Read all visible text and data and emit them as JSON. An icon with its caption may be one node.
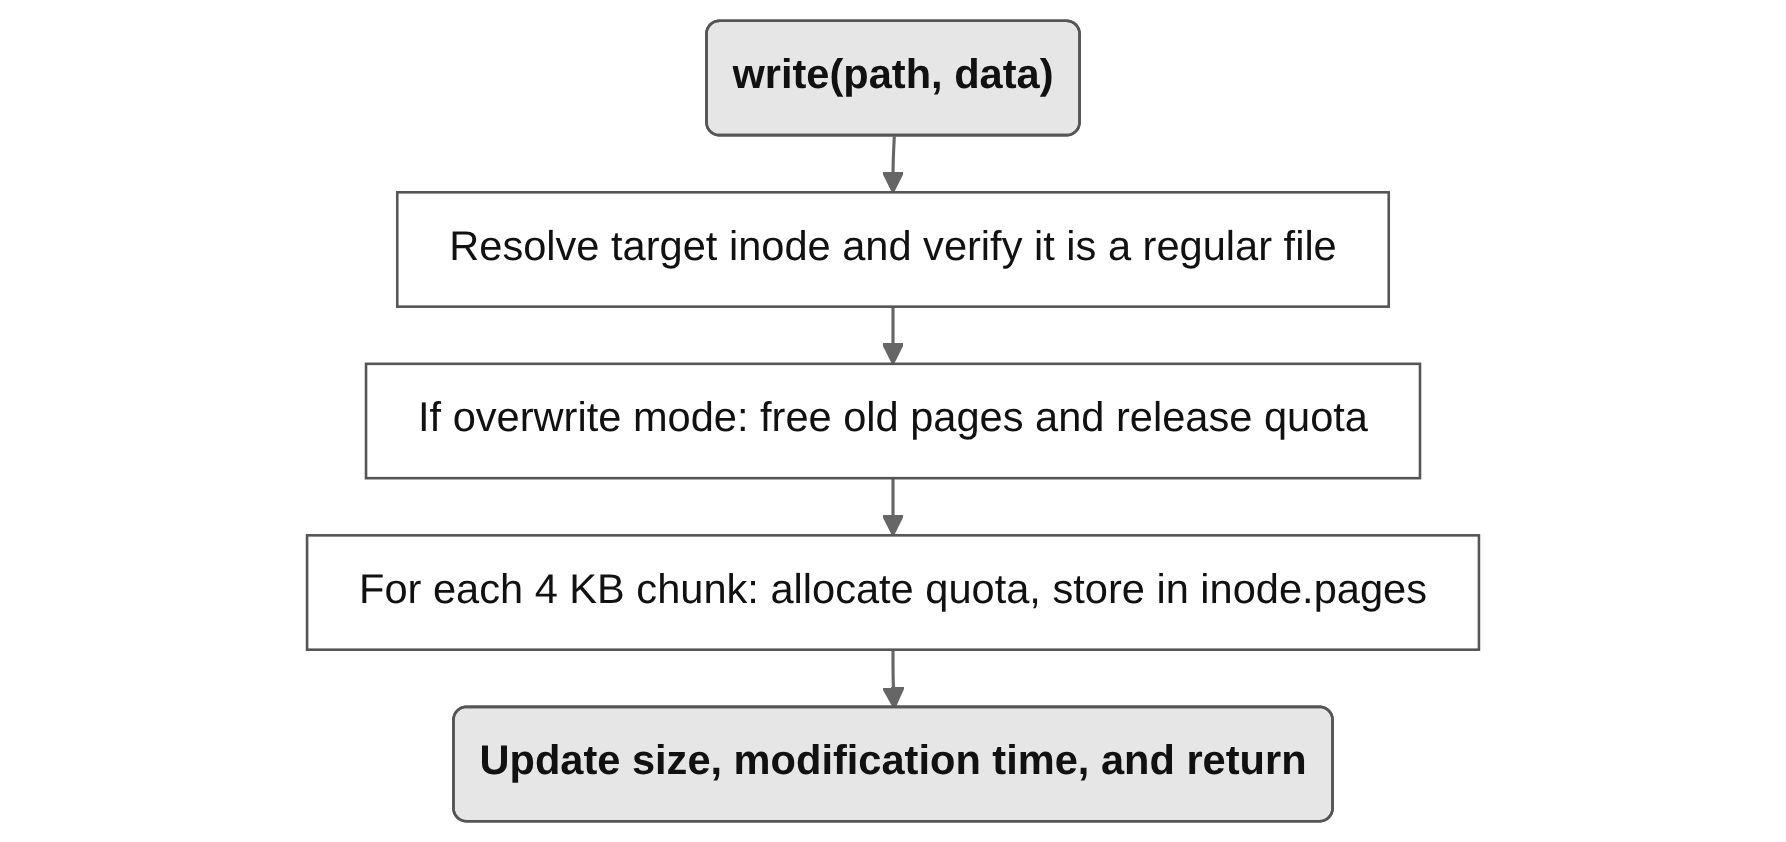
{
  "diagram": {
    "nodes": [
      {
        "text": [
          "write(path, data)"
        ]
      },
      {
        "text": [
          "Resolve target inode and verify it is a regular file"
        ]
      },
      {
        "text": [
          "If overwrite mode: free old pages and release quota"
        ]
      },
      {
        "text": [
          "For each 4 KB chunk: allocate quota, store in inode.pages"
        ]
      },
      {
        "text": [
          "Update size, modification time, and return"
        ]
      }
    ],
    "edges": [
      {
        "from": 0,
        "to": 1,
        "arrow": "to"
      },
      {
        "from": 1,
        "to": 2,
        "arrow": "to"
      },
      {
        "from": 2,
        "to": 3,
        "arrow": "to"
      },
      {
        "from": 3,
        "to": 4,
        "arrow": "to"
      }
    ]
  }
}
